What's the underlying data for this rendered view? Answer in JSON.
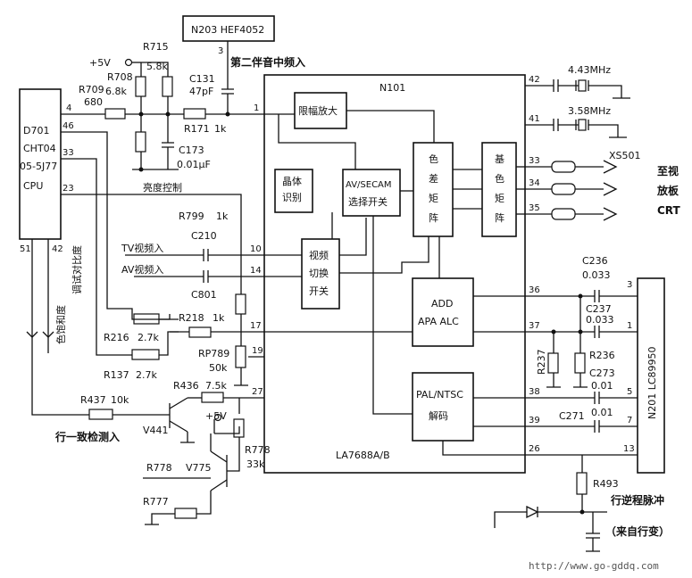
{
  "chips": {
    "n203": "N203  HEF4052",
    "n101": "N101",
    "la7688": "LA7688A/B",
    "n201": "N201  LC89950",
    "cpu": [
      "D701",
      "CHT04",
      "05-5J77",
      "CPU"
    ]
  },
  "blocks": {
    "limiter": "限幅放大",
    "crystal": [
      "晶体",
      "识别"
    ],
    "secam": [
      "AV/SECAM",
      "选择开关"
    ],
    "color_matrix": [
      "色",
      "差",
      "矩",
      "阵"
    ],
    "base_matrix": [
      "基",
      "色",
      "矩",
      "阵"
    ],
    "video_switch": [
      "视频",
      "切换",
      "开关"
    ],
    "add_apa": [
      "ADD",
      "APA  ALC"
    ],
    "pal_ntsc": [
      "PAL/NTSC",
      "解码"
    ]
  },
  "labels": {
    "second_sound": "第二伴音中频入",
    "brightness": "亮度控制",
    "tv_video": "TV视频入",
    "av_video": "AV视频入",
    "color_saturation": "色饱和度",
    "contrast": "调试对比度",
    "hsync_detect": "行一致检测入",
    "to_crt": [
      "至视",
      "放板",
      "CRT"
    ],
    "flyback": "行逆程脉冲",
    "from_flyback": "（来自行变）",
    "xtal1": "4.43MHz",
    "xtal2": "3.58MHz",
    "xs501": "XS501",
    "v5a": "+5V",
    "v5b": "+5V",
    "url": "http://www.go-gddq.com"
  },
  "components": {
    "r715": [
      "R715",
      "5.8k"
    ],
    "r708": [
      "R708",
      "6.8k"
    ],
    "r709": [
      "R709",
      "680"
    ],
    "c131": [
      "C131",
      "47pF"
    ],
    "r171": [
      "R171",
      "1k"
    ],
    "c173": [
      "C173",
      "0.01μF"
    ],
    "r799": [
      "R799",
      "1k"
    ],
    "c210": "C210",
    "c801": "C801",
    "r218": [
      "R218",
      "1k"
    ],
    "r216": [
      "R216",
      "2.7k"
    ],
    "r137": [
      "R137",
      "2.7k"
    ],
    "rp789": [
      "RP789",
      "50k"
    ],
    "r437": [
      "R437",
      "10k"
    ],
    "r436": [
      "R436",
      "7.5k"
    ],
    "v441": "V441",
    "r778a": [
      "R778",
      "33k"
    ],
    "r778b": "R778",
    "v775": "V775",
    "r777": "R777",
    "c236": [
      "C236",
      "0.033"
    ],
    "c237": [
      "C237",
      "0.033"
    ],
    "r237": "R237",
    "r236": "R236",
    "c273": [
      "C273",
      "0.01"
    ],
    "c271": [
      "C271",
      "0.01"
    ],
    "r493": "R493"
  },
  "pins": {
    "cpu": [
      "4",
      "46",
      "33",
      "23",
      "51",
      "42"
    ],
    "n203": "3",
    "n101_left": [
      "1",
      "10",
      "14",
      "17",
      "19",
      "27"
    ],
    "n101_right": [
      "42",
      "41",
      "33",
      "34",
      "35",
      "36",
      "37",
      "38",
      "39",
      "26"
    ],
    "n201": [
      "3",
      "1",
      "5",
      "7",
      "13"
    ]
  }
}
